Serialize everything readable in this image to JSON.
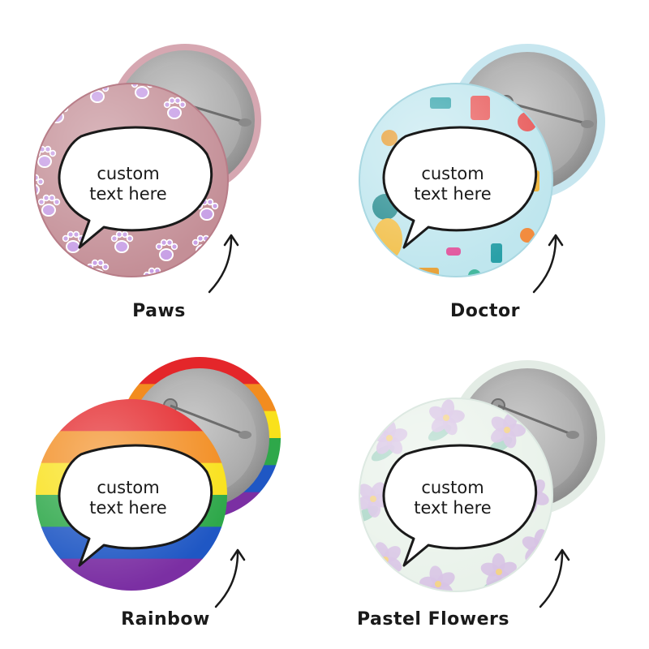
{
  "buttons": [
    {
      "bubble_line1": "custom",
      "bubble_line2": "text here",
      "label": "Paws",
      "pattern": "paws",
      "colors": {
        "face": "#c48f97",
        "rim": "#b87d88",
        "motif": "#c8a0e6"
      }
    },
    {
      "bubble_line1": "custom",
      "bubble_line2": "text here",
      "label": "Doctor",
      "pattern": "doctor",
      "colors": {
        "face": "#bfe6ee",
        "rim": "#aad8e2",
        "motif": "#e85858"
      }
    },
    {
      "bubble_line1": "custom",
      "bubble_line2": "text here",
      "label": "Rainbow",
      "pattern": "rainbow",
      "colors": {
        "stripes": [
          "#e4262a",
          "#f28c1f",
          "#f9e11b",
          "#2ea84a",
          "#1f57c4",
          "#7b2fa3"
        ]
      }
    },
    {
      "bubble_line1": "custom",
      "bubble_line2": "text here",
      "label": "Pastel Flowers",
      "pattern": "flowers",
      "colors": {
        "face": "#e9f2ea",
        "rim": "#dde9e2",
        "motif": "#d7c2e4",
        "leaf": "#9ccfbf"
      }
    }
  ]
}
